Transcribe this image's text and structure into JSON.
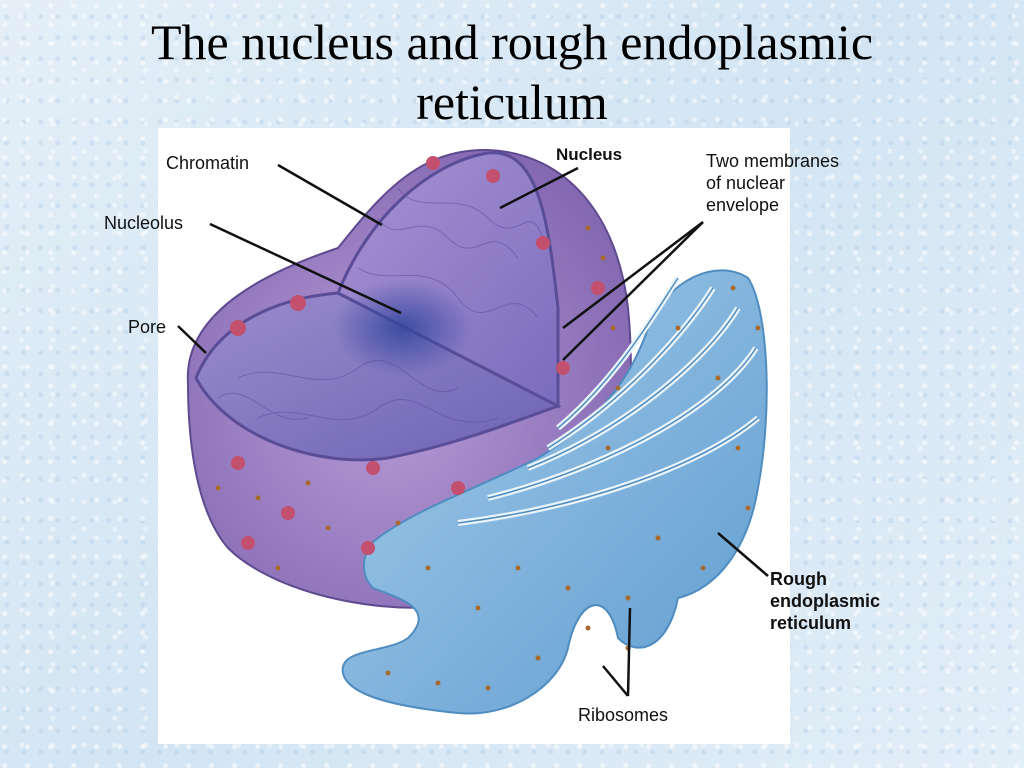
{
  "slide": {
    "title_line1": "The nucleus and rough endoplasmic",
    "title_line2": "reticulum"
  },
  "figure": {
    "labels": {
      "chromatin": "Chromatin",
      "nucleolus": "Nucleolus",
      "pore": "Pore",
      "nucleus": "Nucleus",
      "envelope_line1": "Two membranes",
      "envelope_line2": "of nuclear",
      "envelope_line3": "envelope",
      "rer_line1": "Rough",
      "rer_line2": "endoplasmic",
      "rer_line3": "reticulum",
      "ribosomes": "Ribosomes"
    },
    "colors": {
      "nucleus_outer": "#9b7fc2",
      "nucleus_cut": "#8a78c4",
      "nucleolus": "#3b4fa8",
      "er": "#7fb4dc",
      "er_edge": "#4f8cc0",
      "ribosome": "#a86a2e",
      "pore": "#c2506e"
    }
  }
}
